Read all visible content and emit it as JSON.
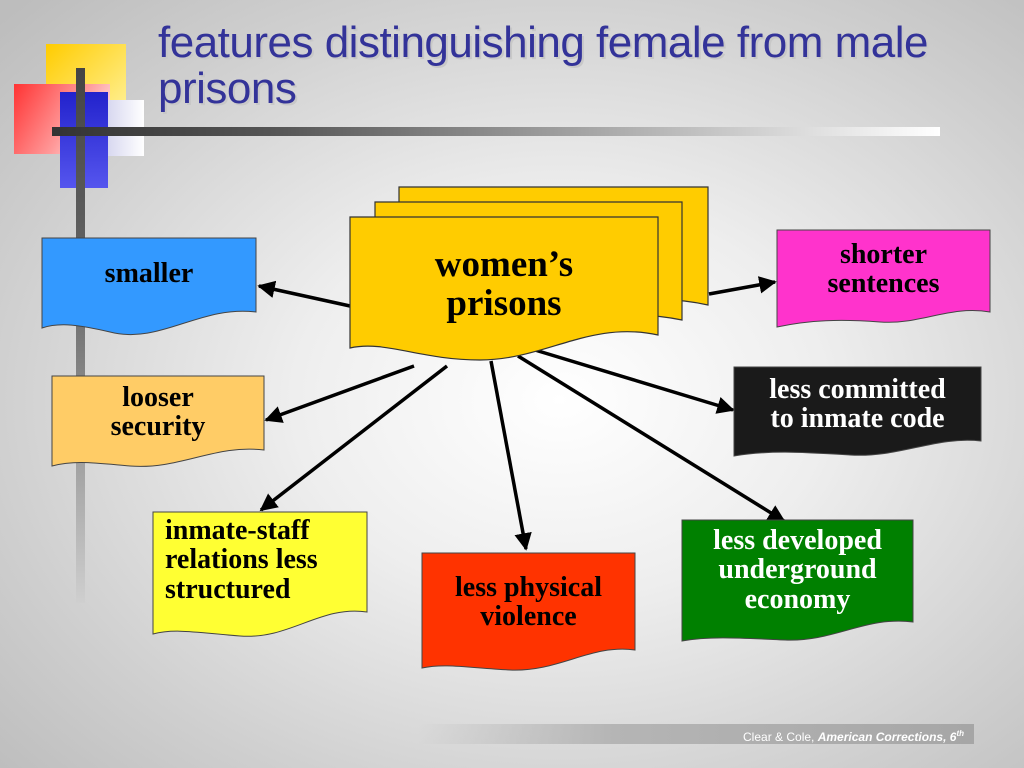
{
  "slide": {
    "title": "features distinguishing female from male prisons",
    "footer_prefix": "Clear & Cole, ",
    "footer_title": "American Corrections, 6",
    "footer_sup": "th"
  },
  "diagram": {
    "center": {
      "label_line1": "women’s",
      "label_line2": "prisons",
      "color": "#ffcc00"
    },
    "nodes": [
      {
        "id": "smaller",
        "lines": [
          "smaller"
        ],
        "color": "#3399ff",
        "text_color": "#000000"
      },
      {
        "id": "shorter-sentences",
        "lines": [
          "shorter",
          "sentences"
        ],
        "color": "#ff33cc",
        "text_color": "#000000"
      },
      {
        "id": "looser-security",
        "lines": [
          "looser",
          "security"
        ],
        "color": "#ffcc66",
        "text_color": "#000000"
      },
      {
        "id": "less-committed",
        "lines": [
          "less committed",
          "to inmate code"
        ],
        "color": "#1a1a1a",
        "text_color": "#ffffff"
      },
      {
        "id": "inmate-staff",
        "lines": [
          "inmate-staff",
          "relations less",
          "structured"
        ],
        "color": "#ffff33",
        "text_color": "#000000"
      },
      {
        "id": "less-physical-violence",
        "lines": [
          "less physical",
          "violence"
        ],
        "color": "#ff3300",
        "text_color": "#000000"
      },
      {
        "id": "less-developed",
        "lines": [
          "less developed",
          "underground",
          "economy"
        ],
        "color": "#008000",
        "text_color": "#ffffff"
      }
    ]
  }
}
